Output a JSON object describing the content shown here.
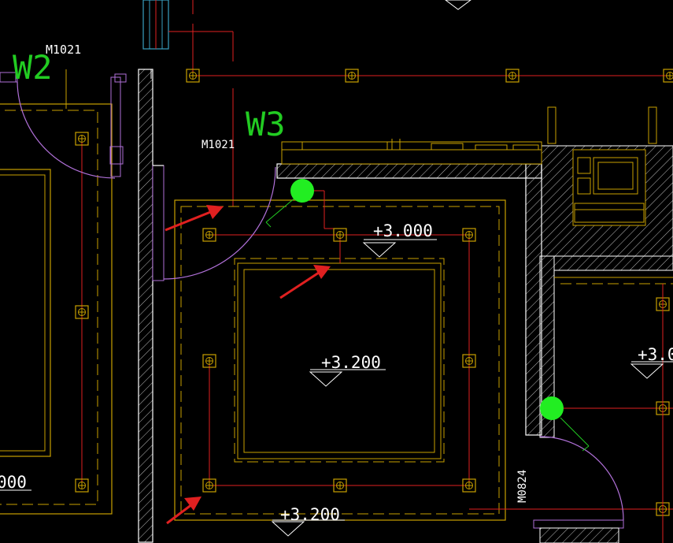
{
  "colors": {
    "background": "#000000",
    "wall": "#ffffff",
    "ceiling_line": "#c8a000",
    "circuit_line": "#e02020",
    "door_arc": "#b070d8",
    "label_text": "#ffffff",
    "room_tag": "#22cc22",
    "highlight_dot": "#22ee22",
    "arrow": "#e02020"
  },
  "door_tags": {
    "m1021_left": "M1021",
    "m1021_center": "M1021",
    "m0824": "M0824"
  },
  "room_tags": {
    "w2": "W2",
    "w3": "W3"
  },
  "elevations": {
    "center_top": "+3.000",
    "center_middle": "+3.200",
    "bottom": "+3.200",
    "right_partial": "+3.0",
    "left_partial": "000"
  },
  "fixture_icon": "ceiling-light-icon",
  "marker_icon": "selection-dot-icon",
  "arrow_icon": "pointer-arrow-icon"
}
